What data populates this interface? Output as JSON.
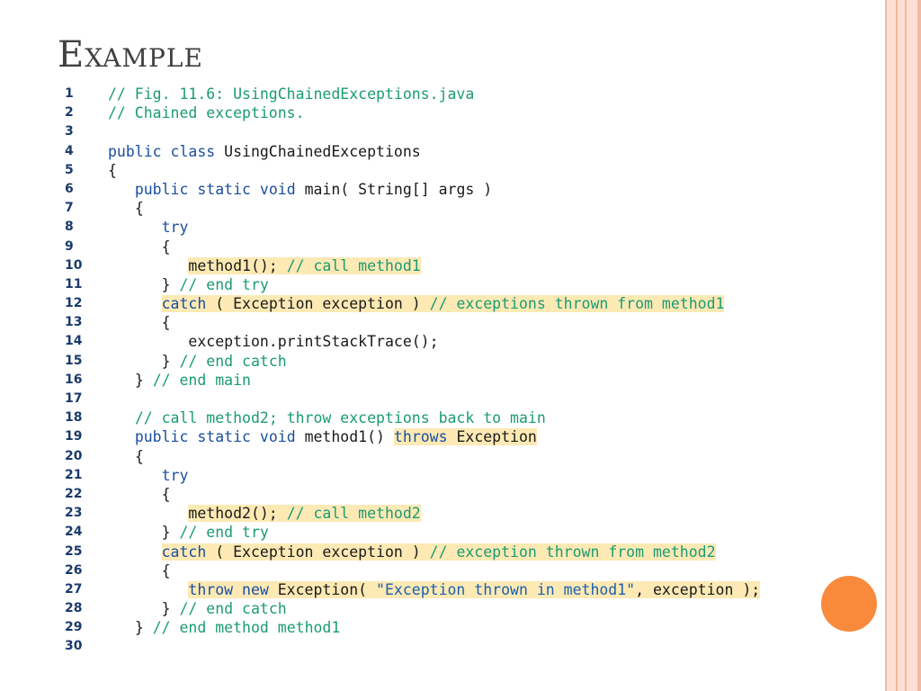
{
  "slide": {
    "title": "Example"
  },
  "code_lines": [
    {
      "n": "1",
      "indent": "",
      "segs": [
        {
          "t": "// Fig. 11.6: UsingChainedExceptions.java",
          "c": "cm"
        }
      ]
    },
    {
      "n": "2",
      "indent": "",
      "segs": [
        {
          "t": "// Chained exceptions.",
          "c": "cm"
        }
      ]
    },
    {
      "n": "3",
      "indent": "",
      "segs": []
    },
    {
      "n": "4",
      "indent": "",
      "segs": [
        {
          "t": "public class ",
          "c": "kw"
        },
        {
          "t": "UsingChainedExceptions",
          "c": "pl"
        }
      ]
    },
    {
      "n": "5",
      "indent": "",
      "segs": [
        {
          "t": "{",
          "c": "pl"
        }
      ]
    },
    {
      "n": "6",
      "indent": "   ",
      "segs": [
        {
          "t": "public static void ",
          "c": "kw"
        },
        {
          "t": "main( String[] args )",
          "c": "pl"
        }
      ]
    },
    {
      "n": "7",
      "indent": "   ",
      "segs": [
        {
          "t": "{",
          "c": "pl"
        }
      ]
    },
    {
      "n": "8",
      "indent": "      ",
      "segs": [
        {
          "t": "try",
          "c": "kw"
        }
      ]
    },
    {
      "n": "9",
      "indent": "      ",
      "segs": [
        {
          "t": "{",
          "c": "pl"
        }
      ]
    },
    {
      "n": "10",
      "indent": "         ",
      "segs": [
        {
          "t": "method1(); ",
          "c": "pl",
          "h": true
        },
        {
          "t": "// call method1",
          "c": "cm",
          "h": true
        }
      ]
    },
    {
      "n": "11",
      "indent": "      ",
      "segs": [
        {
          "t": "} ",
          "c": "pl"
        },
        {
          "t": "// end try",
          "c": "cm"
        }
      ]
    },
    {
      "n": "12",
      "indent": "      ",
      "segs": [
        {
          "t": "catch",
          "c": "kw",
          "h": true
        },
        {
          "t": " ( Exception exception ) ",
          "c": "pl",
          "h": true
        },
        {
          "t": "// exceptions thrown from method1",
          "c": "cm",
          "h": true
        }
      ]
    },
    {
      "n": "13",
      "indent": "      ",
      "segs": [
        {
          "t": "{",
          "c": "pl"
        }
      ]
    },
    {
      "n": "14",
      "indent": "         ",
      "segs": [
        {
          "t": "exception.printStackTrace();",
          "c": "pl"
        }
      ]
    },
    {
      "n": "15",
      "indent": "      ",
      "segs": [
        {
          "t": "} ",
          "c": "pl"
        },
        {
          "t": "// end catch",
          "c": "cm"
        }
      ]
    },
    {
      "n": "16",
      "indent": "   ",
      "segs": [
        {
          "t": "} ",
          "c": "pl"
        },
        {
          "t": "// end main",
          "c": "cm"
        }
      ]
    },
    {
      "n": "17",
      "indent": "",
      "segs": []
    },
    {
      "n": "18",
      "indent": "   ",
      "segs": [
        {
          "t": "// call method2; throw exceptions back to main",
          "c": "cm"
        }
      ]
    },
    {
      "n": "19",
      "indent": "   ",
      "segs": [
        {
          "t": "public static void ",
          "c": "kw"
        },
        {
          "t": "method1() ",
          "c": "pl"
        },
        {
          "t": "throws",
          "c": "kw",
          "h": true
        },
        {
          "t": " Exception",
          "c": "pl",
          "h": true
        }
      ]
    },
    {
      "n": "20",
      "indent": "   ",
      "segs": [
        {
          "t": "{",
          "c": "pl"
        }
      ]
    },
    {
      "n": "21",
      "indent": "      ",
      "segs": [
        {
          "t": "try",
          "c": "kw"
        }
      ]
    },
    {
      "n": "22",
      "indent": "      ",
      "segs": [
        {
          "t": "{",
          "c": "pl"
        }
      ]
    },
    {
      "n": "23",
      "indent": "         ",
      "segs": [
        {
          "t": "method2(); ",
          "c": "pl",
          "h": true
        },
        {
          "t": "// call method2",
          "c": "cm",
          "h": true
        }
      ]
    },
    {
      "n": "24",
      "indent": "      ",
      "segs": [
        {
          "t": "} ",
          "c": "pl"
        },
        {
          "t": "// end try",
          "c": "cm"
        }
      ]
    },
    {
      "n": "25",
      "indent": "      ",
      "segs": [
        {
          "t": "catch",
          "c": "kw",
          "h": true
        },
        {
          "t": " ( Exception exception ) ",
          "c": "pl",
          "h": true
        },
        {
          "t": "// exception thrown from method2",
          "c": "cm",
          "h": true
        }
      ]
    },
    {
      "n": "26",
      "indent": "      ",
      "segs": [
        {
          "t": "{",
          "c": "pl"
        }
      ]
    },
    {
      "n": "27",
      "indent": "         ",
      "segs": [
        {
          "t": "throw new ",
          "c": "kw",
          "h": true
        },
        {
          "t": "Exception( ",
          "c": "pl",
          "h": true
        },
        {
          "t": "\"Exception thrown in method1\"",
          "c": "st",
          "h": true
        },
        {
          "t": ", exception );",
          "c": "pl",
          "h": true
        }
      ]
    },
    {
      "n": "28",
      "indent": "      ",
      "segs": [
        {
          "t": "} ",
          "c": "pl"
        },
        {
          "t": "// end catch",
          "c": "cm"
        }
      ]
    },
    {
      "n": "29",
      "indent": "   ",
      "segs": [
        {
          "t": "} ",
          "c": "pl"
        },
        {
          "t": "// end method method1",
          "c": "cm"
        }
      ]
    },
    {
      "n": "30",
      "indent": "",
      "segs": []
    }
  ],
  "colors": {
    "keyword": "#1a4fa0",
    "comment": "#1a9b73",
    "string": "#1a5fb0",
    "highlight": "#fde9b4",
    "accent_circle": "#f98a3c",
    "stripe": "#f3b7a2",
    "stripe_light": "#fde0d4"
  }
}
